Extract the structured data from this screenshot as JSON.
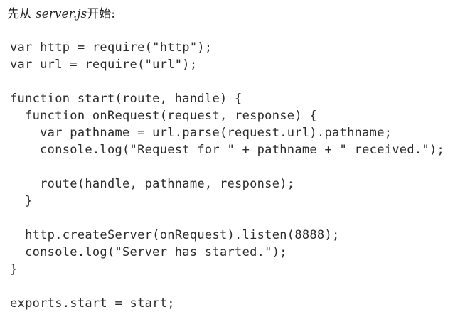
{
  "header": {
    "prefix": "先从",
    "filename": "server.js",
    "suffix": "开始:"
  },
  "code": {
    "language": "javascript",
    "lines": [
      "var http = require(\"http\");",
      "var url = require(\"url\");",
      "",
      "function start(route, handle) {",
      "  function onRequest(request, response) {",
      "    var pathname = url.parse(request.url).pathname;",
      "    console.log(\"Request for \" + pathname + \" received.\");",
      "",
      "    route(handle, pathname, response);",
      "  }",
      "",
      "  http.createServer(onRequest).listen(8888);",
      "  console.log(\"Server has started.\");",
      "}",
      "",
      "exports.start = start;"
    ]
  }
}
